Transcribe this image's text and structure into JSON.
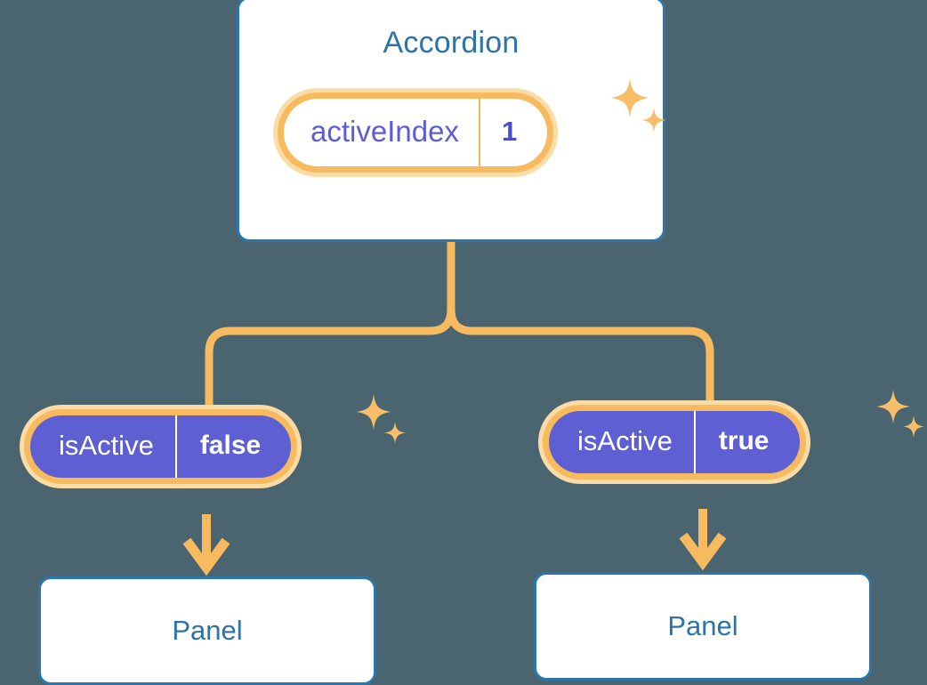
{
  "diagram": {
    "type": "component-state-tree",
    "background_color": "#4b6570",
    "accent_color": "#f7ba5e",
    "border_color": "#2b76ab",
    "state_fill_color": "#5d5fd3"
  },
  "root": {
    "title": "Accordion",
    "state": {
      "key": "activeIndex",
      "value": "1"
    }
  },
  "children": [
    {
      "state": {
        "key": "isActive",
        "value": "false"
      },
      "panel": {
        "title": "Panel"
      }
    },
    {
      "state": {
        "key": "isActive",
        "value": "true"
      },
      "panel": {
        "title": "Panel"
      }
    }
  ],
  "icons": {
    "sparkle_large": "sparkle-four-point-icon",
    "sparkle_small": "sparkle-four-point-small-icon",
    "arrow": "arrow-down-icon",
    "connector": "branch-connector"
  }
}
